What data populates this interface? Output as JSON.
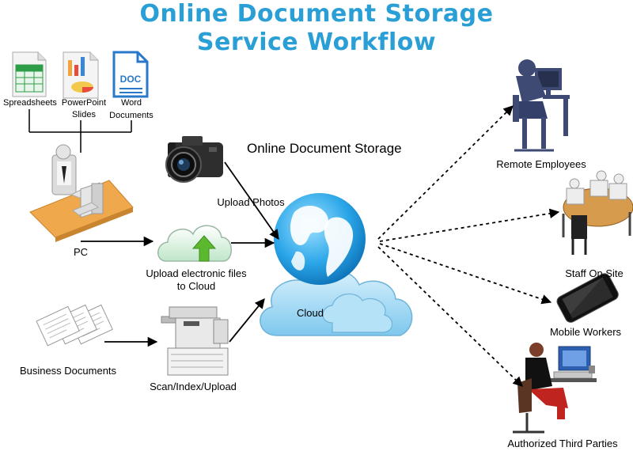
{
  "title": {
    "line1": "Online Document Storage",
    "line2": "Service Workflow"
  },
  "center_label": "Online Document Storage",
  "sources": {
    "spreadsheets": "Spreadsheets",
    "powerpoint_line1": "PowerPoint",
    "powerpoint_line2": "Slides",
    "word_line1": "Word",
    "word_line2": "Documents",
    "doc_icon_text": "DOC",
    "pc": "PC",
    "business_documents": "Business Documents"
  },
  "steps": {
    "upload_photos": "Upload Photos",
    "upload_files_line1": "Upload electronic files",
    "upload_files_line2": "to Cloud",
    "scan": "Scan/Index/Upload",
    "cloud": "Cloud"
  },
  "destinations": {
    "remote": "Remote Employees",
    "staff": "Staff On Site",
    "mobile": "Mobile Workers",
    "third": "Authorized Third Parties"
  },
  "colors": {
    "title": "#2a9fd6",
    "cloud": "#8fd0f2",
    "globe": "#1e9fe0",
    "arrow": "#000000"
  }
}
